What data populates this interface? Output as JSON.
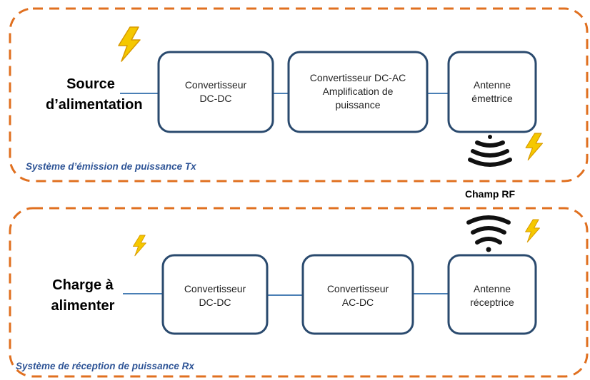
{
  "tx": {
    "source_label": "Source\nd’alimentation",
    "box1": "Convertisseur\nDC-DC",
    "box2": "Convertisseur DC-AC\nAmplification de\npuissance",
    "box3": "Antenne\némettrice",
    "system_label": "Système d’émission de puissance Tx"
  },
  "field_label": "Champ RF",
  "rx": {
    "load_label": "Charge à\nalimenter",
    "box1": "Convertisseur\nDC-DC",
    "box2": "Convertisseur\nAC-DC",
    "box3": "Antenne\nréceptrice",
    "system_label": "Système de réception de puissance Rx"
  },
  "colors": {
    "dashed_border": "#e07020",
    "box_border": "#2a4a6e",
    "connector": "#4a7fb5",
    "system_label": "#2f5597",
    "lightning": "#f5c800",
    "lightning_edge": "#d89a00",
    "wave": "#111111"
  },
  "icons": [
    "lightning-bolt-icon",
    "radio-wave-icon"
  ]
}
